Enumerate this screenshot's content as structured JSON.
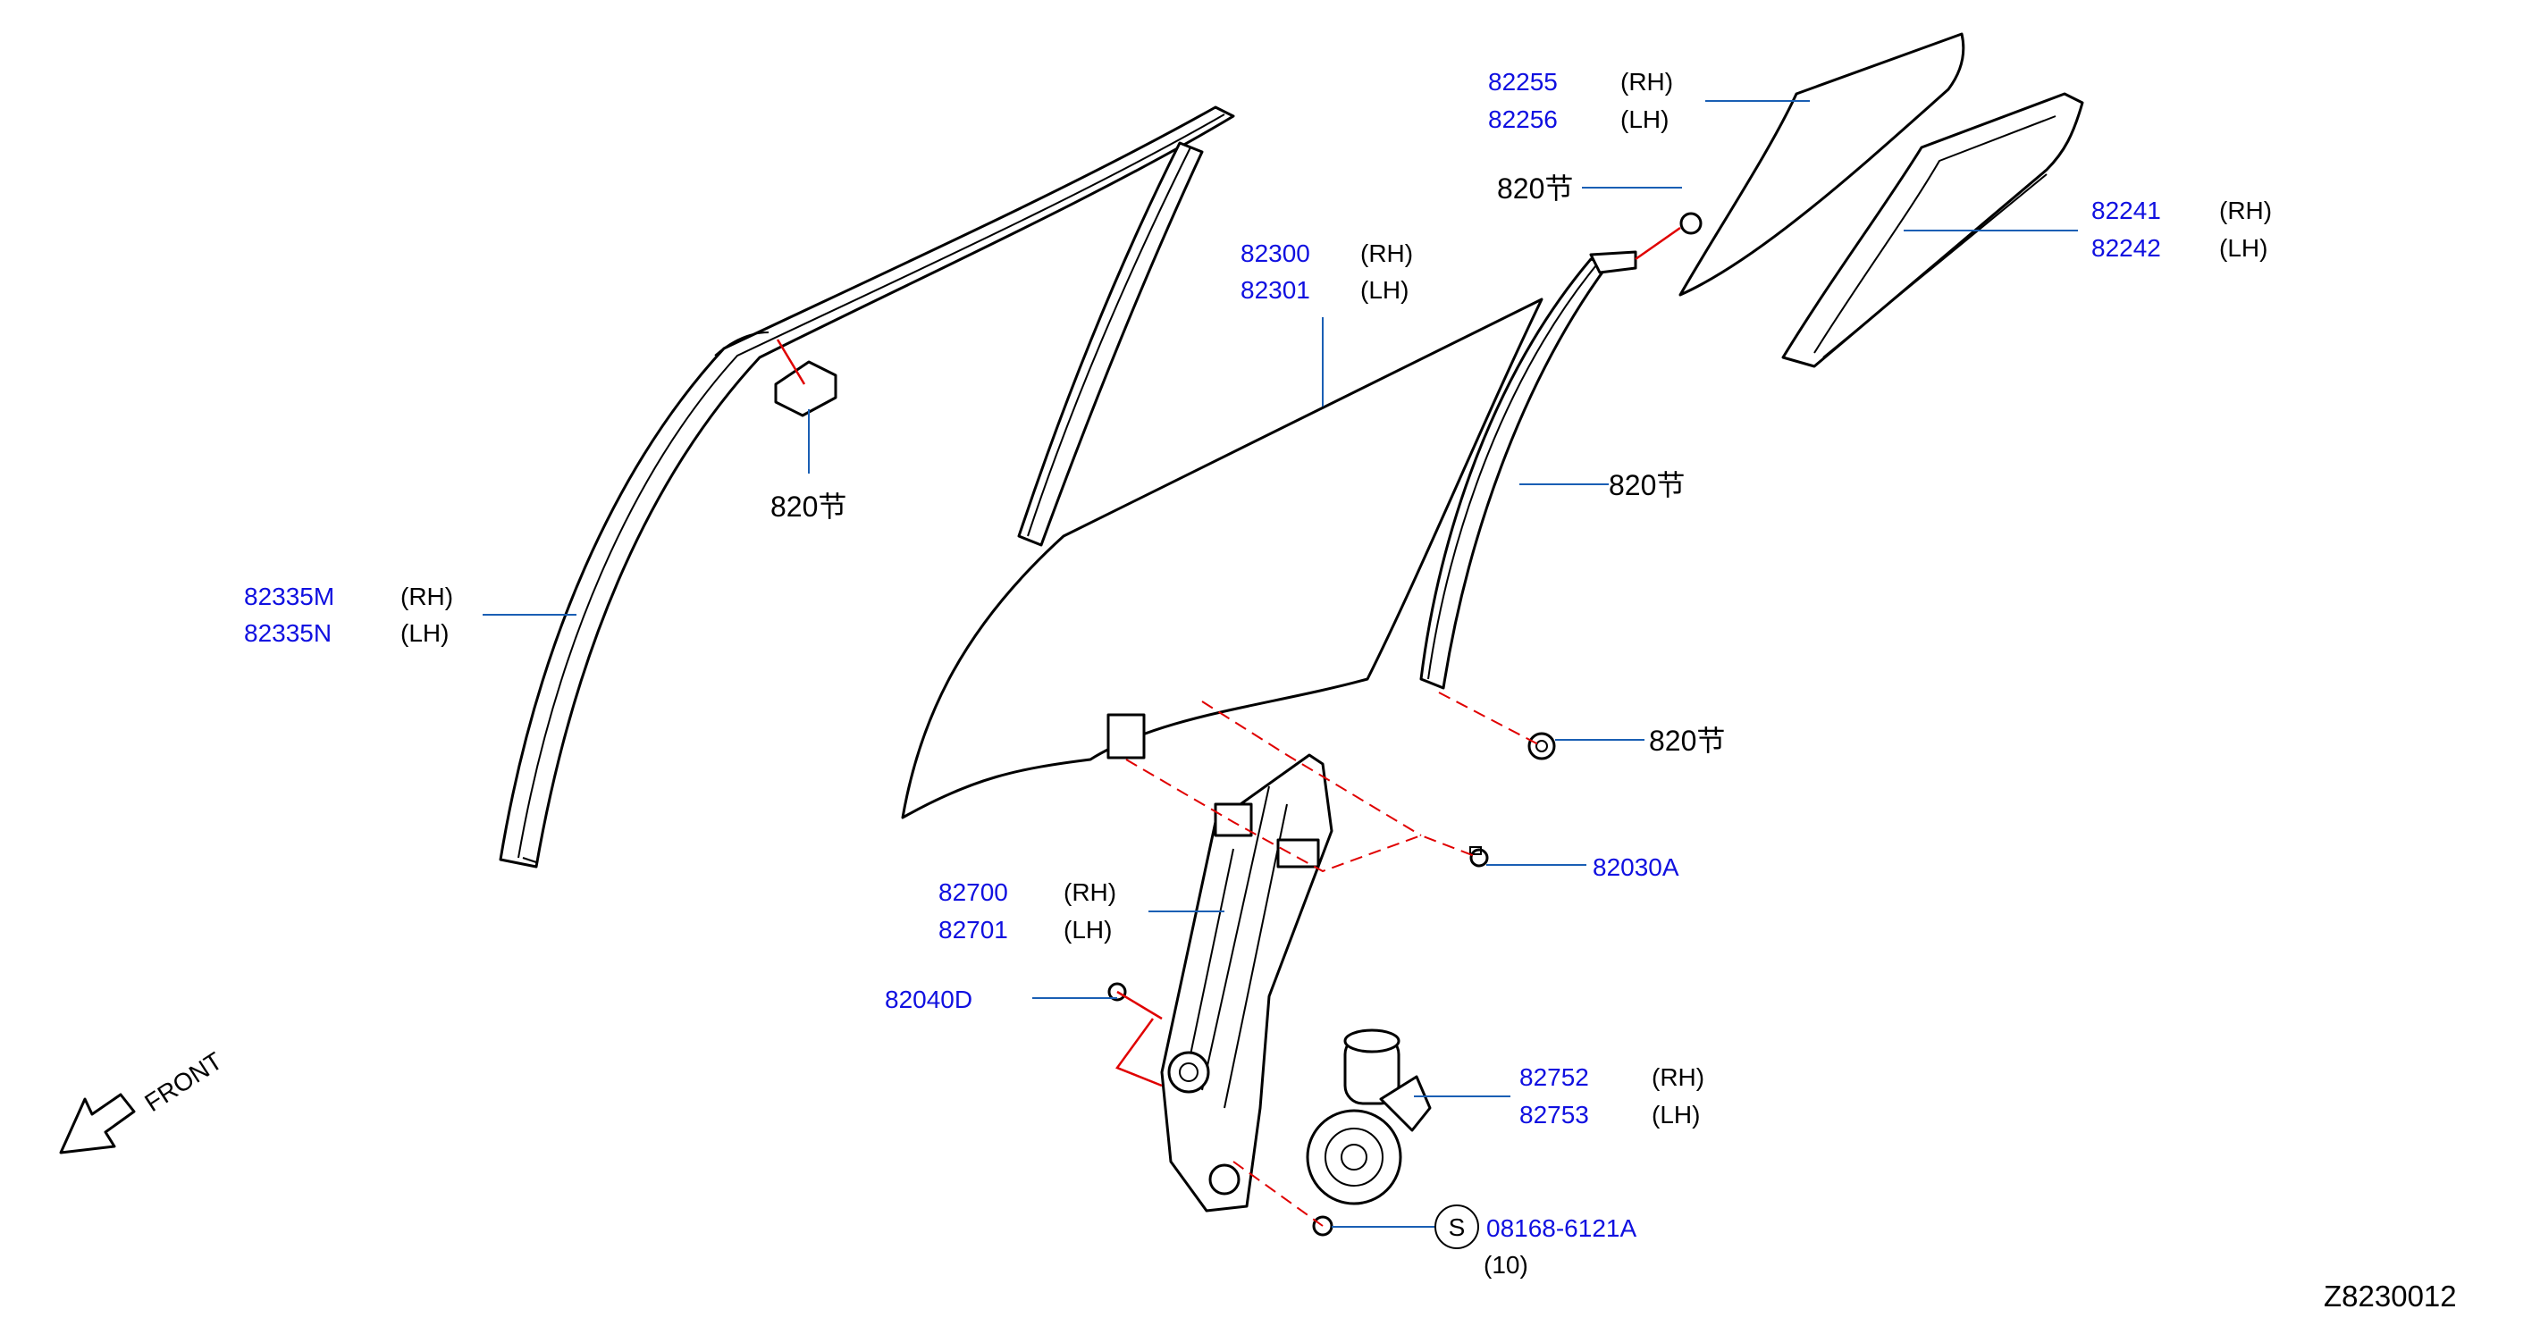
{
  "labels": {
    "front_sash": {
      "pn_rh": "82335M",
      "side_rh": "(RH)",
      "pn_lh": "82335N",
      "side_lh": "(LH)"
    },
    "glass": {
      "pn_rh": "82300",
      "side_rh": "(RH)",
      "pn_lh": "82301",
      "side_lh": "(LH)"
    },
    "partition_glass": {
      "pn_rh": "82255",
      "side_rh": "(RH)",
      "pn_lh": "82256",
      "side_lh": "(LH)"
    },
    "partition_seal": {
      "pn_rh": "82241",
      "side_rh": "(RH)",
      "pn_lh": "82242",
      "side_lh": "(LH)"
    },
    "regulator": {
      "pn_rh": "82700",
      "side_rh": "(RH)",
      "pn_lh": "82701",
      "side_lh": "(LH)"
    },
    "motor": {
      "pn_rh": "82752",
      "side_rh": "(RH)",
      "pn_lh": "82753",
      "side_lh": "(LH)"
    },
    "bolt_82030a": "82030A",
    "bolt_82040d": "82040D",
    "screw": {
      "part": "08168-6121A",
      "qty": "(10)",
      "symbol": "S"
    },
    "ref_820_a": "820节",
    "ref_820_b": "820节",
    "ref_820_c": "820节",
    "ref_820_d": "820节"
  },
  "front_indicator": "FRONT",
  "diagram_code": "Z8230012",
  "colors": {
    "part_number": "#1010e0",
    "leader": "#1a5fb4",
    "assembly_dash": "#e00000"
  }
}
